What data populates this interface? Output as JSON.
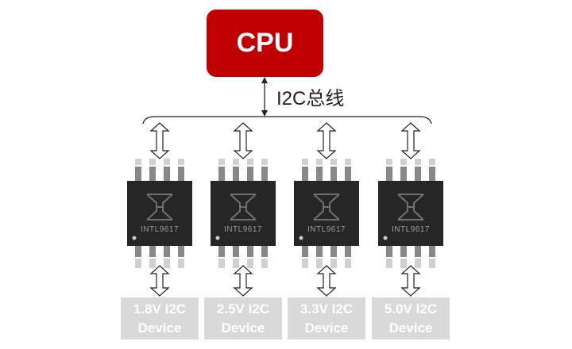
{
  "cpu": {
    "label": "CPU",
    "color": "#c00000"
  },
  "bus": {
    "label": "I2C总线"
  },
  "chips": [
    {
      "part": "INTL9617",
      "device": {
        "line1": "1.8V I2C",
        "line2": "Device"
      }
    },
    {
      "part": "INTL9617",
      "device": {
        "line1": "2.5V I2C",
        "line2": "Device"
      }
    },
    {
      "part": "INTL9617",
      "device": {
        "line1": "3.3V I2C",
        "line2": "Device"
      }
    },
    {
      "part": "INTL9617",
      "device": {
        "line1": "5.0V I2C",
        "line2": "Device"
      }
    }
  ]
}
